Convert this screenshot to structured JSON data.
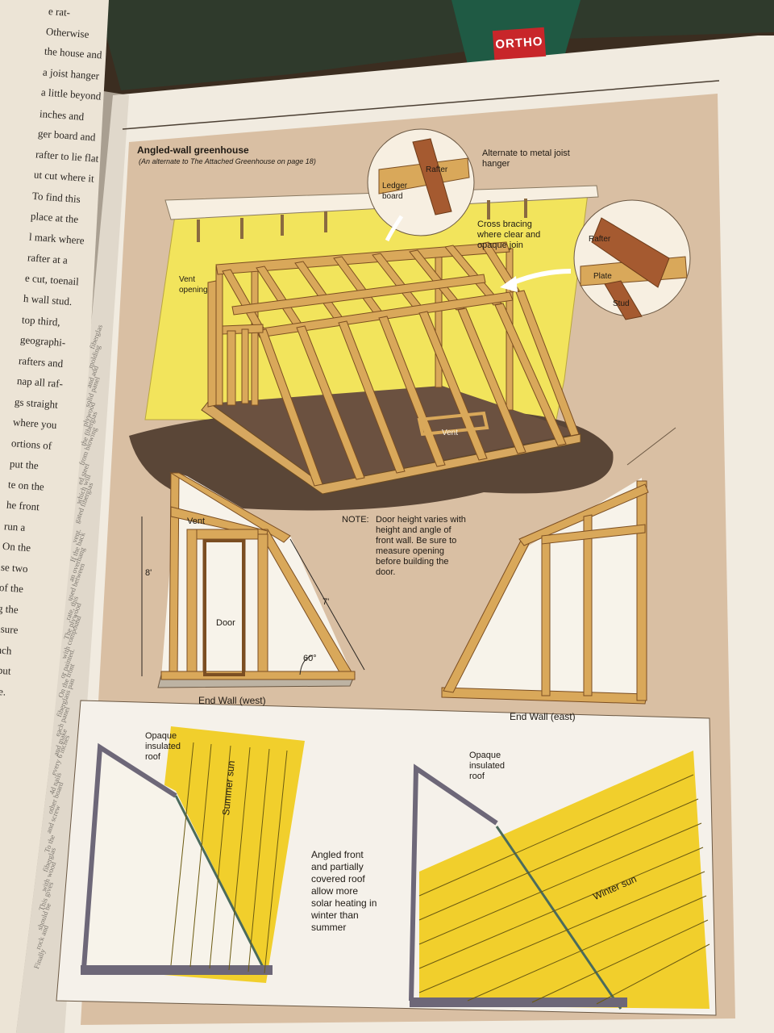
{
  "brand": {
    "label": "ORTHO"
  },
  "page": {
    "title": "Angled-wall greenhouse",
    "subtitle": "(An alternate to The Attached Greenhouse on page 18)"
  },
  "callouts": {
    "ledger_board": "Ledger board",
    "rafter_top": "Rafter",
    "alternate_hanger": "Alternate to metal joist hanger",
    "cross_bracing": "Cross bracing where clear and opaque join",
    "rafter_detail": "Rafter",
    "plate": "Plate",
    "stud": "Stud",
    "vent_opening": "Vent opening",
    "vent_floor": "Vent"
  },
  "end_wall_west": {
    "caption": "End Wall (west)",
    "vent": "Vent",
    "door": "Door",
    "height": "8'",
    "slope_length": "7'",
    "angle": "60°"
  },
  "note": {
    "label": "NOTE:",
    "text": "Door height varies with height and angle of front wall. Be sure to measure opening before building the door."
  },
  "end_wall_east": {
    "caption": "End Wall (east)"
  },
  "sun_diagram": {
    "left_roof_label": "Opaque insulated roof",
    "summer_label": "Summer sun",
    "center_text": "Angled front and partially covered roof allow more solar heating in winter than summer",
    "right_roof_label": "Opaque insulated roof",
    "winter_label": "Winter sun"
  },
  "left_column_fragments": [
    "e rat-",
    "Otherwise",
    "the house and",
    "a joist hanger",
    "a little beyond",
    "inches and",
    "ger board and",
    "rafter to lie flat",
    "ut cut where it",
    "To find this",
    "place at the",
    "l mark where",
    "rafter at a",
    "e cut, toenail",
    "h wall stud.",
    "top third,",
    "geographi-",
    "rafters and",
    "nap all raf-",
    "gs straight",
    "where you",
    "ortions of",
    "put the",
    "te on the",
    "he front",
    "run a",
    "On the",
    "se two",
    "of the",
    "g the",
    "asure",
    "inch",
    "l put",
    "me."
  ],
  "middle_column_fragments": [
    "fiberglas",
    "molding",
    "and add",
    "solid panel",
    "plywood",
    "the fiberglas",
    "from blowing",
    "ed steel",
    "which will",
    "gated fiberglas",
    "vent.",
    "If the back",
    "an overhang",
    "used between",
    "rate, this",
    "The plywood",
    "with compound",
    "or painted.",
    "On the front",
    "fiberglass pan",
    "each panel",
    "and make",
    "every 6 inches",
    "4d nails",
    "other board",
    "and screw",
    "To the",
    "fiberglas",
    "with wood",
    "This gives",
    "should be",
    "rock and",
    "Finally"
  ]
}
